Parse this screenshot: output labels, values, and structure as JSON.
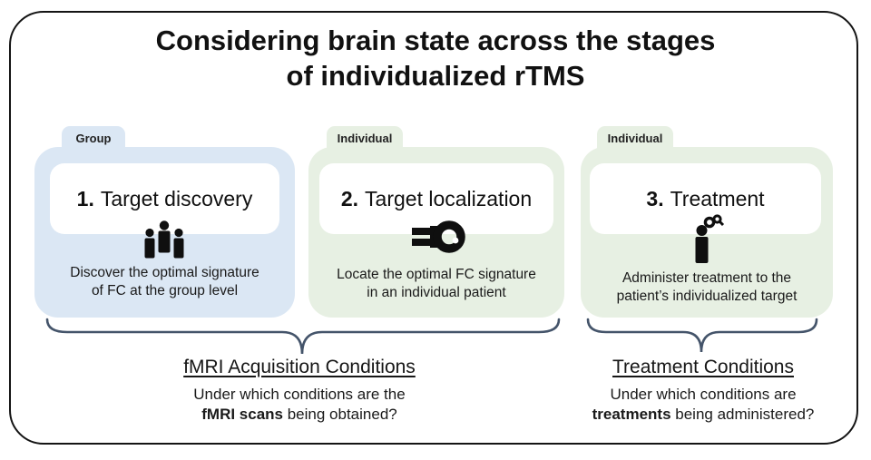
{
  "title": {
    "line1": "Considering brain state across the stages",
    "line2": "of individualized rTMS"
  },
  "stages": [
    {
      "tab": "Group",
      "number": "1.",
      "heading": "Target discovery",
      "icon": "group-people-icon",
      "description_line1": "Discover the optimal signature",
      "description_line2": "of FC at the group level"
    },
    {
      "tab": "Individual",
      "number": "2.",
      "heading": "Target localization",
      "icon": "tms-coil-icon",
      "description_line1": "Locate the optimal FC signature",
      "description_line2": "in an individual patient"
    },
    {
      "tab": "Individual",
      "number": "3.",
      "heading": "Treatment",
      "icon": "person-receiving-tms-icon",
      "description_line1": "Administer treatment to the",
      "description_line2": "patient’s individualized target"
    }
  ],
  "conditions": [
    {
      "heading": "fMRI Acquisition Conditions",
      "line1": "Under which conditions are the",
      "bold_phrase": "fMRI scans",
      "line2_rest": " being obtained?"
    },
    {
      "heading": "Treatment Conditions",
      "line1": "Under which conditions are",
      "bold_phrase": "treatments",
      "line2_rest": " being administered?"
    }
  ],
  "colors": {
    "panel_blue": "#dbe7f4",
    "panel_green": "#e7f0e3",
    "brace": "#44546a",
    "frame_border": "#141414",
    "text": "#1f1f1f"
  }
}
